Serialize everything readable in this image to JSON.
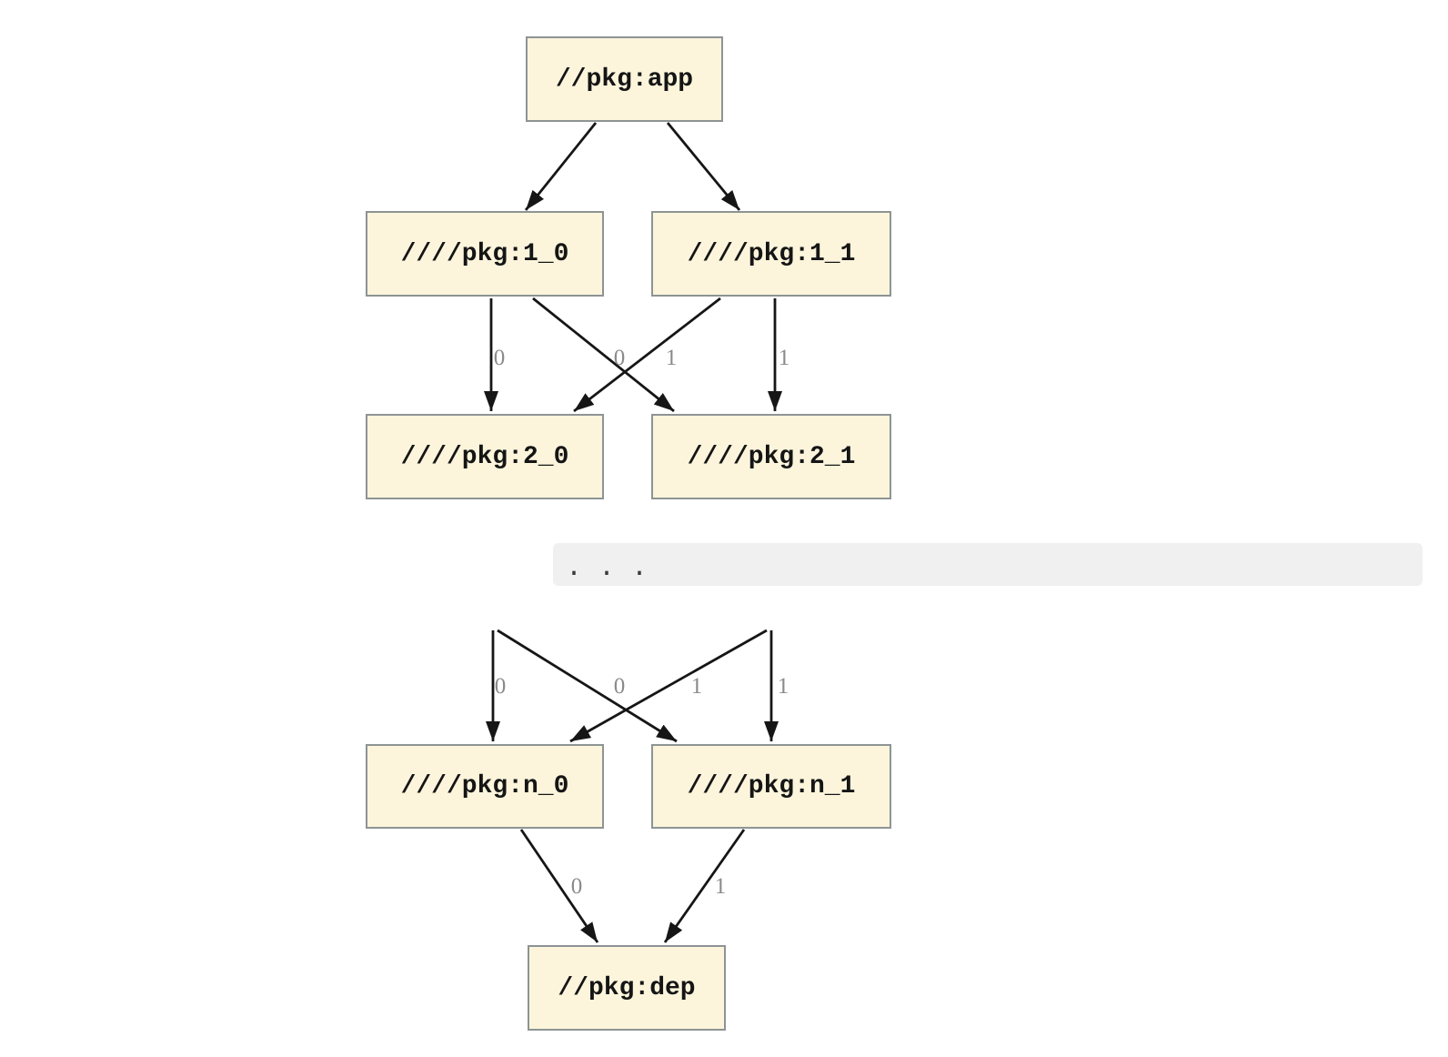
{
  "diagram": {
    "nodes": {
      "app": {
        "label": "//pkg:app"
      },
      "level1_0": {
        "label": "////pkg:1_0"
      },
      "level1_1": {
        "label": "////pkg:1_1"
      },
      "level2_0": {
        "label": "////pkg:2_0"
      },
      "level2_1": {
        "label": "////pkg:2_1"
      },
      "leveln_0": {
        "label": "////pkg:n_0"
      },
      "leveln_1": {
        "label": "////pkg:n_1"
      },
      "dep": {
        "label": "//pkg:dep"
      }
    },
    "ellipsis": ". . .",
    "edges": {
      "app_to_1_0": {
        "from": "app",
        "to": "level1_0",
        "label": ""
      },
      "app_to_1_1": {
        "from": "app",
        "to": "level1_1",
        "label": ""
      },
      "l1_0_to_2_0": {
        "from": "level1_0",
        "to": "level2_0",
        "label": "0"
      },
      "l1_0_to_2_1": {
        "from": "level1_0",
        "to": "level2_1",
        "label": "0"
      },
      "l1_1_to_2_0": {
        "from": "level1_1",
        "to": "level2_0",
        "label": "1"
      },
      "l1_1_to_2_1": {
        "from": "level1_1",
        "to": "level2_1",
        "label": "1"
      },
      "prev_0_to_n_0": {
        "from": "ellipsis",
        "to": "leveln_0",
        "label": "0"
      },
      "prev_0_to_n_1": {
        "from": "ellipsis",
        "to": "leveln_1",
        "label": "0"
      },
      "prev_1_to_n_0": {
        "from": "ellipsis",
        "to": "leveln_0",
        "label": "1"
      },
      "prev_1_to_n_1": {
        "from": "ellipsis",
        "to": "leveln_1",
        "label": "1"
      },
      "n_0_to_dep": {
        "from": "leveln_0",
        "to": "dep",
        "label": "0"
      },
      "n_1_to_dep": {
        "from": "leveln_1",
        "to": "dep",
        "label": "1"
      }
    },
    "colors": {
      "node_fill": "#fcf5dc",
      "node_border": "#8d9494",
      "node_text": "#151515",
      "edge": "#161616",
      "edge_label": "#8a8a8a",
      "code_bar_bg": "#f0f0f1",
      "code_bar_text": "#3b3b3b"
    }
  }
}
